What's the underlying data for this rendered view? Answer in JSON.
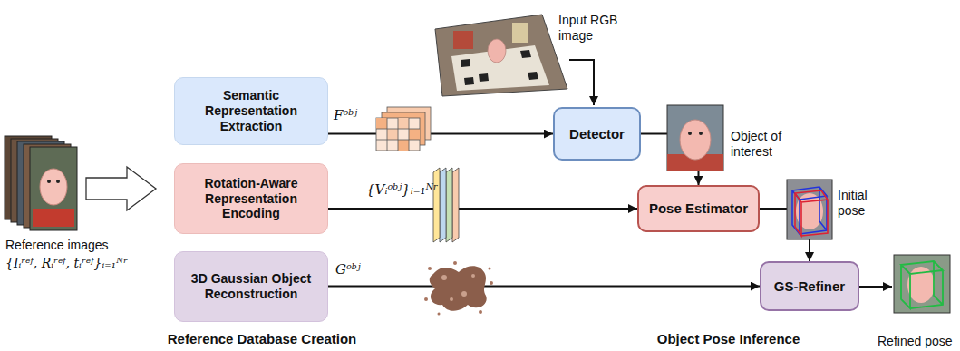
{
  "diagram": {
    "nodes": [
      {
        "text": [
          "Reference Database Creation"
        ]
      },
      {
        "text": [
          "Semantic Representation Extraction"
        ],
        "in": 0
      },
      {
        "text": [
          "Rotation-Aware Representation Encoding"
        ],
        "in": 0
      },
      {
        "text": [
          "3D Gaussian Object Reconstruction"
        ],
        "in": 0
      },
      {
        "text": [
          "Object Pose Inference"
        ]
      },
      {
        "text": [
          "Detector"
        ],
        "in": 4
      },
      {
        "text": [
          "Pose Estimator"
        ],
        "in": 4
      },
      {
        "text": [
          "GS-Refiner"
        ],
        "in": 4
      }
    ],
    "edges": [
      {
        "from": 1,
        "to": 5,
        "arrow": "to",
        "label": "Fᵒᵇʲ"
      },
      {
        "from": 2,
        "to": 6,
        "arrow": "to",
        "label": "{Vᵢᵒᵇʲ}ᵢ₌₁ᴺʳ"
      },
      {
        "from": 3,
        "to": 7,
        "arrow": "to",
        "label": "Gᵒᵇʲ"
      },
      {
        "from": 5,
        "to": 6,
        "arrow": "to"
      },
      {
        "from": 6,
        "to": 7,
        "arrow": "to"
      }
    ],
    "labels": [
      "Input RGB image",
      "Object of interest",
      "Initial pose",
      "Refined pose",
      "Reference images",
      "{Iᵢʳᵉᶠ, Rᵢʳᵉᶠ, tᵢʳᵉᶠ}ᵢ₌₁ᴺʳ"
    ]
  }
}
